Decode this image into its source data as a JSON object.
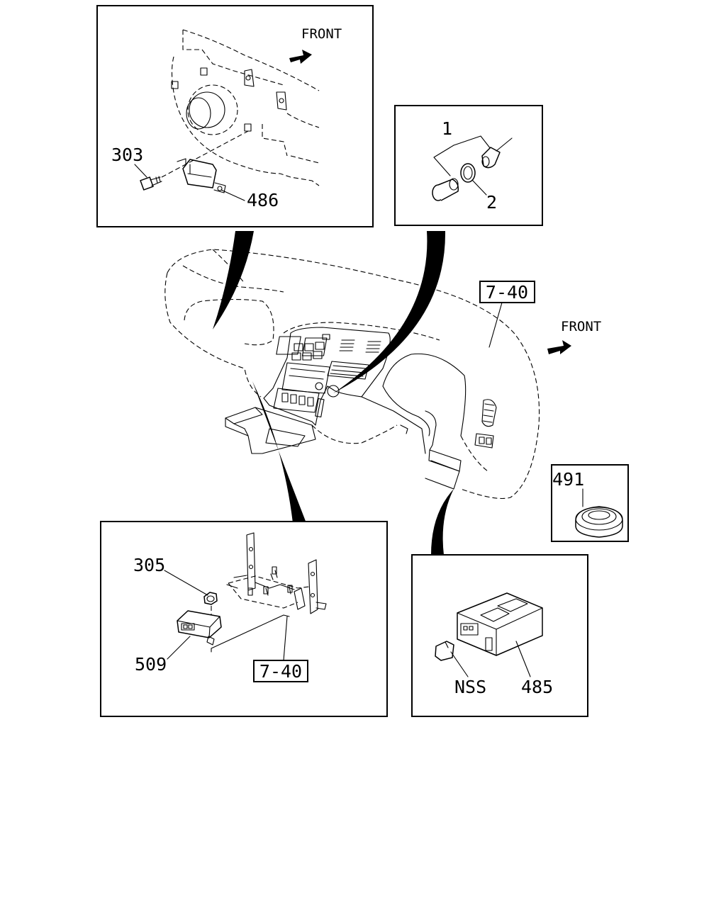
{
  "callouts": {
    "c303": "303",
    "c486": "486",
    "c1": "1",
    "c2": "2",
    "c491": "491",
    "c305": "305",
    "c509": "509",
    "c485": "485",
    "nss": "NSS"
  },
  "references": {
    "dash_ref": "7-40",
    "bracket_ref": "7-40"
  },
  "front_labels": {
    "top": "FRONT",
    "right": "FRONT"
  }
}
